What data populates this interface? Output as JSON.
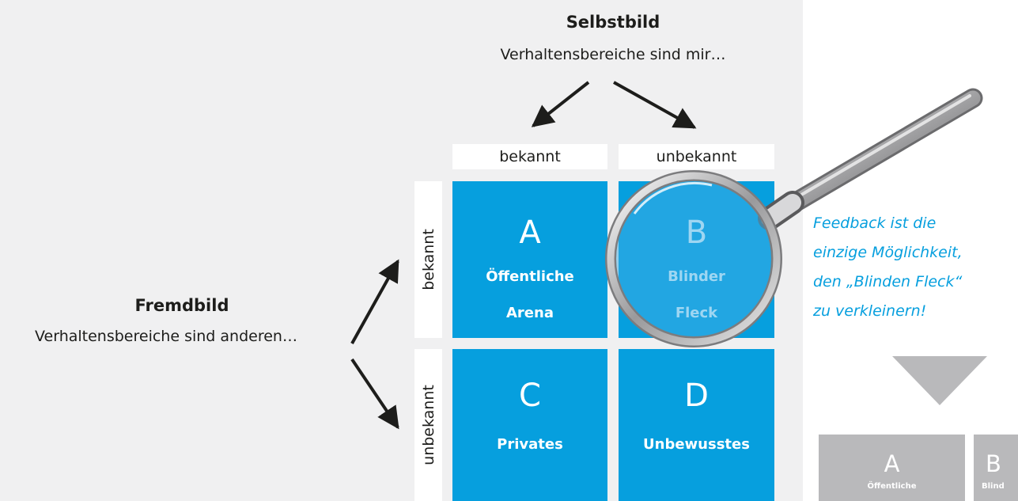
{
  "self_image": {
    "title": "Selbstbild",
    "subtitle": "Verhaltensbereiche sind mir…"
  },
  "other_image": {
    "title": "Fremdbild",
    "subtitle": "Verhaltensbereiche sind anderen…"
  },
  "columns": [
    "bekannt",
    "unbekannt"
  ],
  "rows": [
    "bekannt",
    "unbekannt"
  ],
  "quadrants": [
    {
      "letter": "A",
      "label_line1": "Öffentliche",
      "label_line2": "Arena"
    },
    {
      "letter": "B",
      "label_line1": "Blinder",
      "label_line2": "Fleck"
    },
    {
      "letter": "C",
      "label_line1": "Privates",
      "label_line2": ""
    },
    {
      "letter": "D",
      "label_line1": "Unbewusstes",
      "label_line2": ""
    }
  ],
  "feedback": {
    "lines": [
      "Feedback ist die",
      "einzige Möglichkeit,",
      "den „Blinden Fleck“",
      "zu verkleinern!"
    ]
  },
  "mini_quadrants": [
    {
      "letter": "A",
      "label": "Öffentliche"
    },
    {
      "letter": "B",
      "label": "Blind"
    }
  ],
  "colors": {
    "quadrant": "#069fde",
    "feedback_text": "#069fde",
    "mini_quadrant": "#b9b9bb",
    "background": "#f0f0f1"
  }
}
